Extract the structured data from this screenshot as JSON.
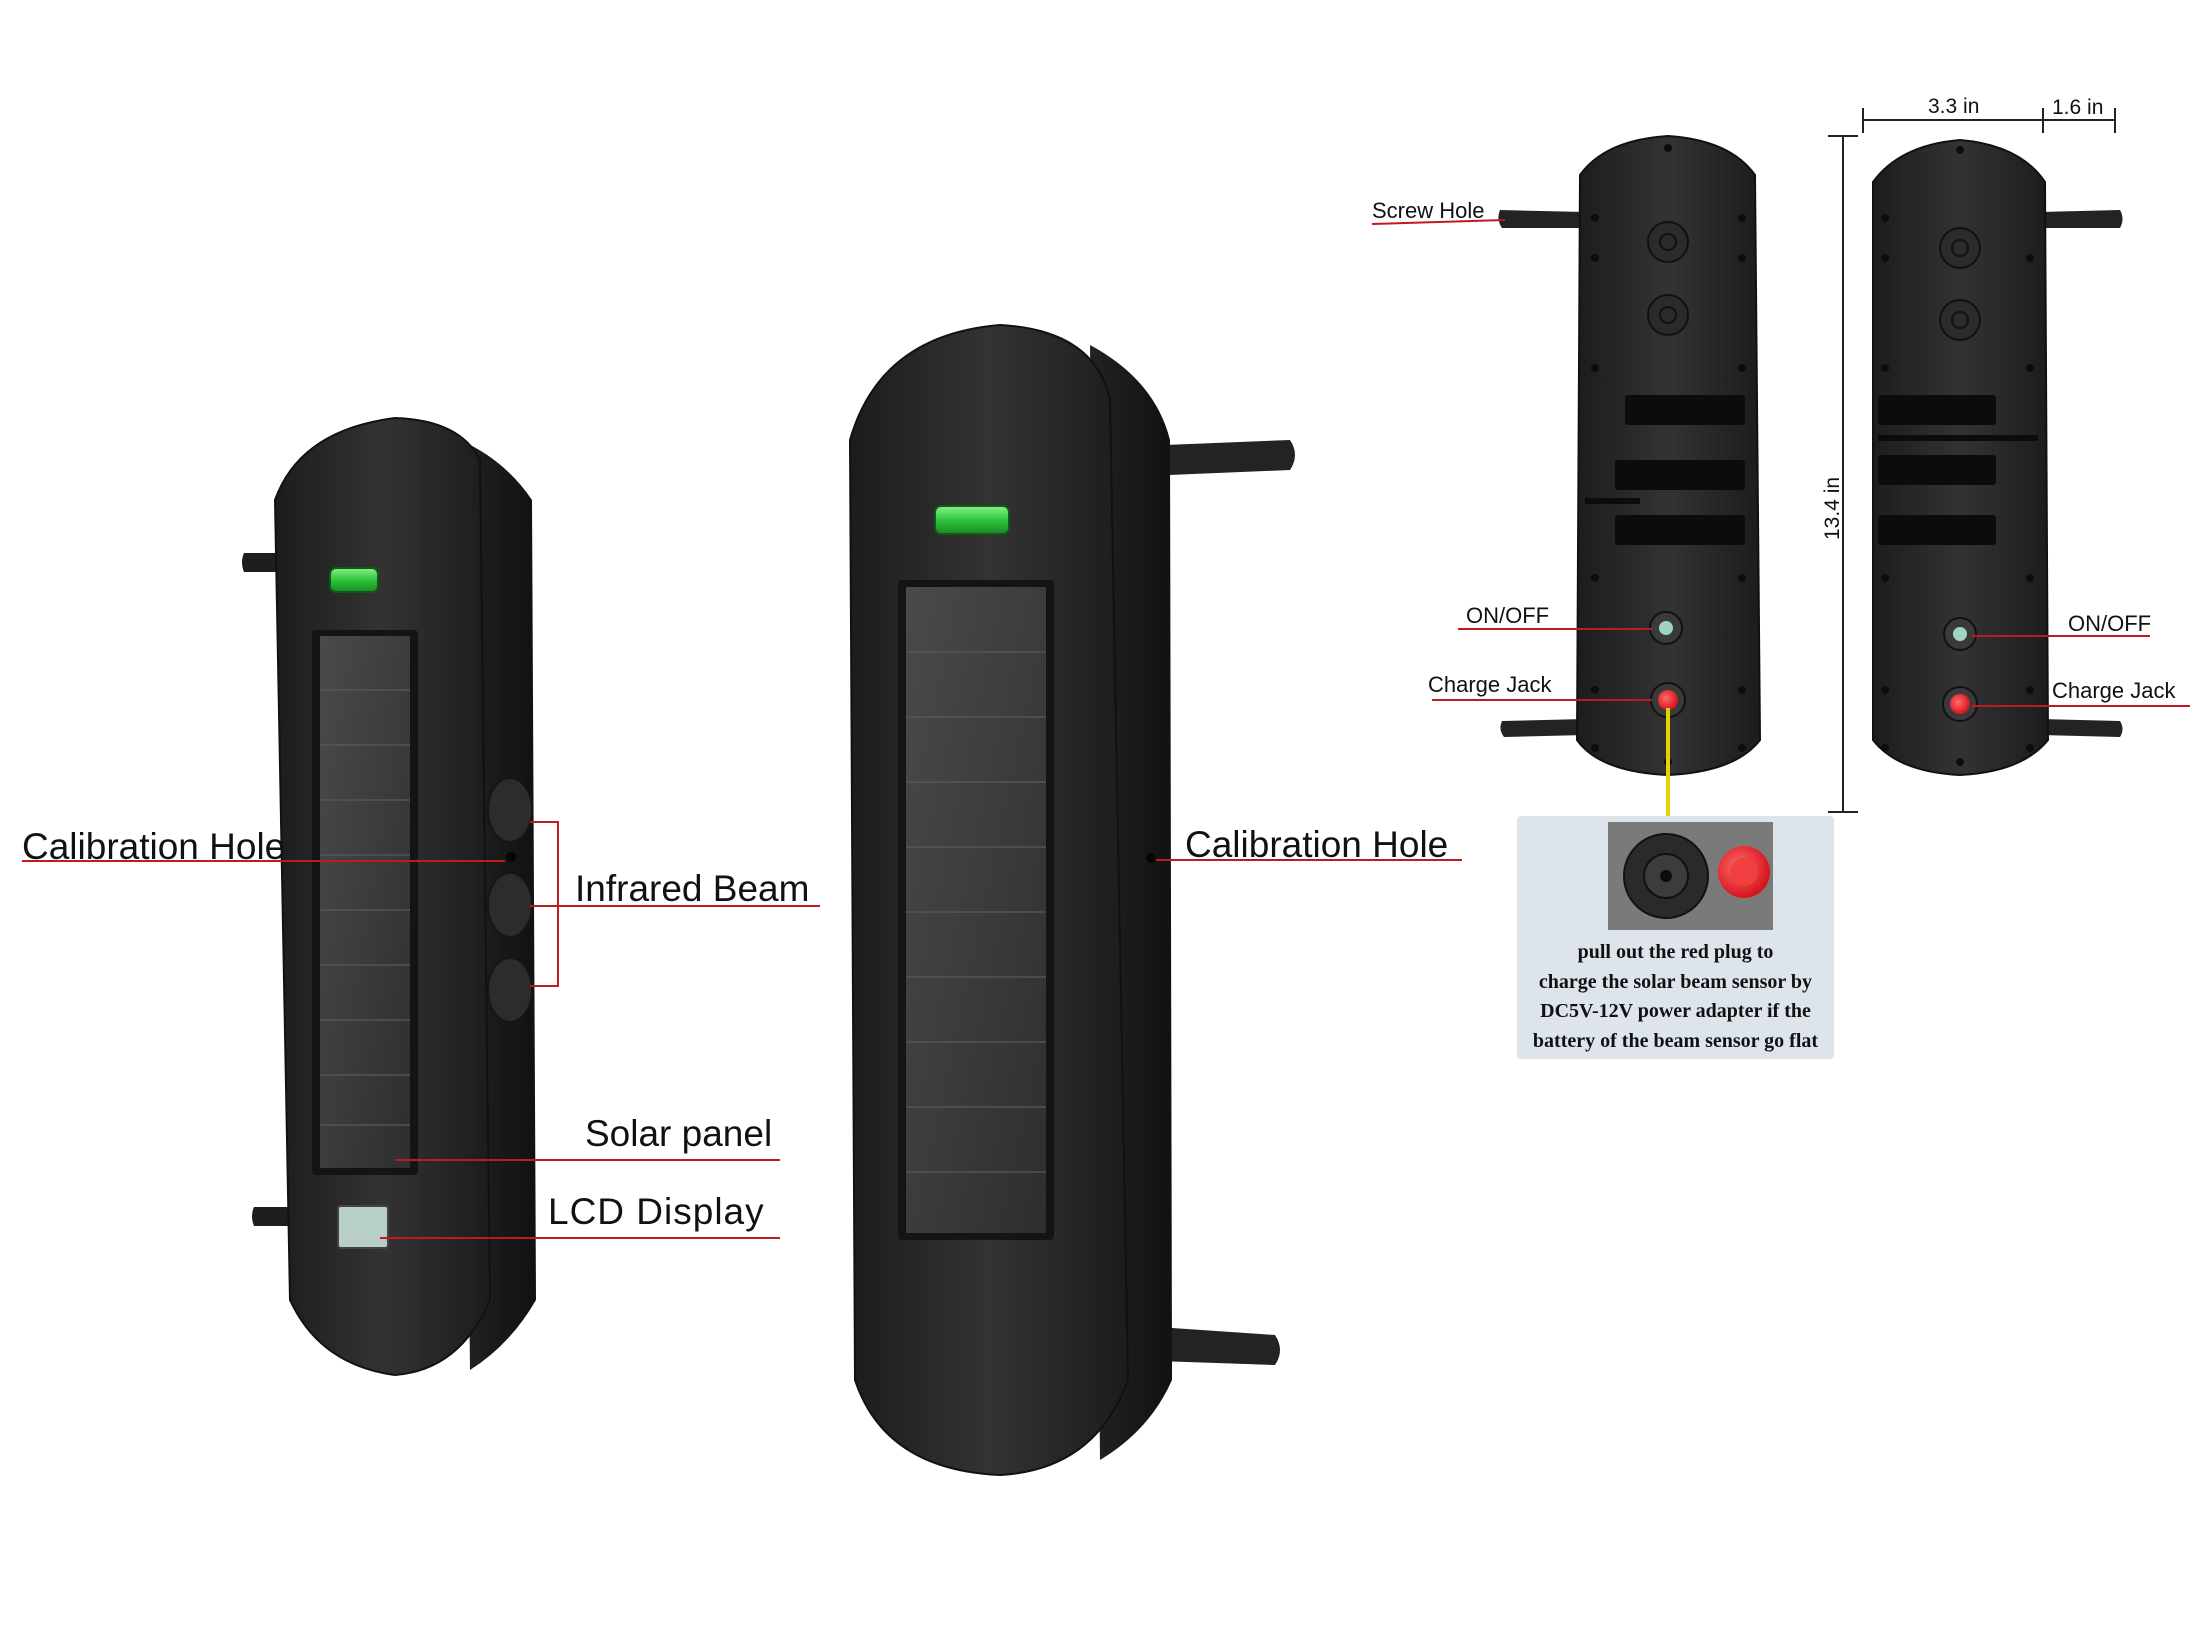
{
  "colors": {
    "housing": "#2b2b2b",
    "housing_edge": "#1a1a1a",
    "leader_line": "#c0191e",
    "bubble_level": "#36d14a",
    "charge_jack": "#e8202a",
    "onoff_button": "#9fd3c2",
    "arrow": "#e6d200",
    "note_background": "#dde4ec"
  },
  "sensor_front_small": {
    "labels": {
      "calibration_hole": "Calibration Hole",
      "infrared_beam": "Infrared Beam",
      "solar_panel": "Solar panel",
      "lcd_display": "LCD Display"
    }
  },
  "sensor_front_large": {
    "labels": {
      "calibration_hole": "Calibration Hole"
    }
  },
  "sensor_back": {
    "labels": {
      "screw_hole": "Screw Hole",
      "on_off_left": "ON/OFF",
      "charge_jack_left": "Charge Jack",
      "on_off_right": "ON/OFF",
      "charge_jack_right": "Charge Jack"
    },
    "dimensions": {
      "width": "3.3 in",
      "depth": "1.6 in",
      "height": "13.4 in"
    }
  },
  "charge_note": {
    "lines": [
      "pull out the red plug to",
      "charge the solar beam sensor by",
      "DC5V-12V power adapter if the",
      "battery of the beam sensor go flat"
    ]
  }
}
